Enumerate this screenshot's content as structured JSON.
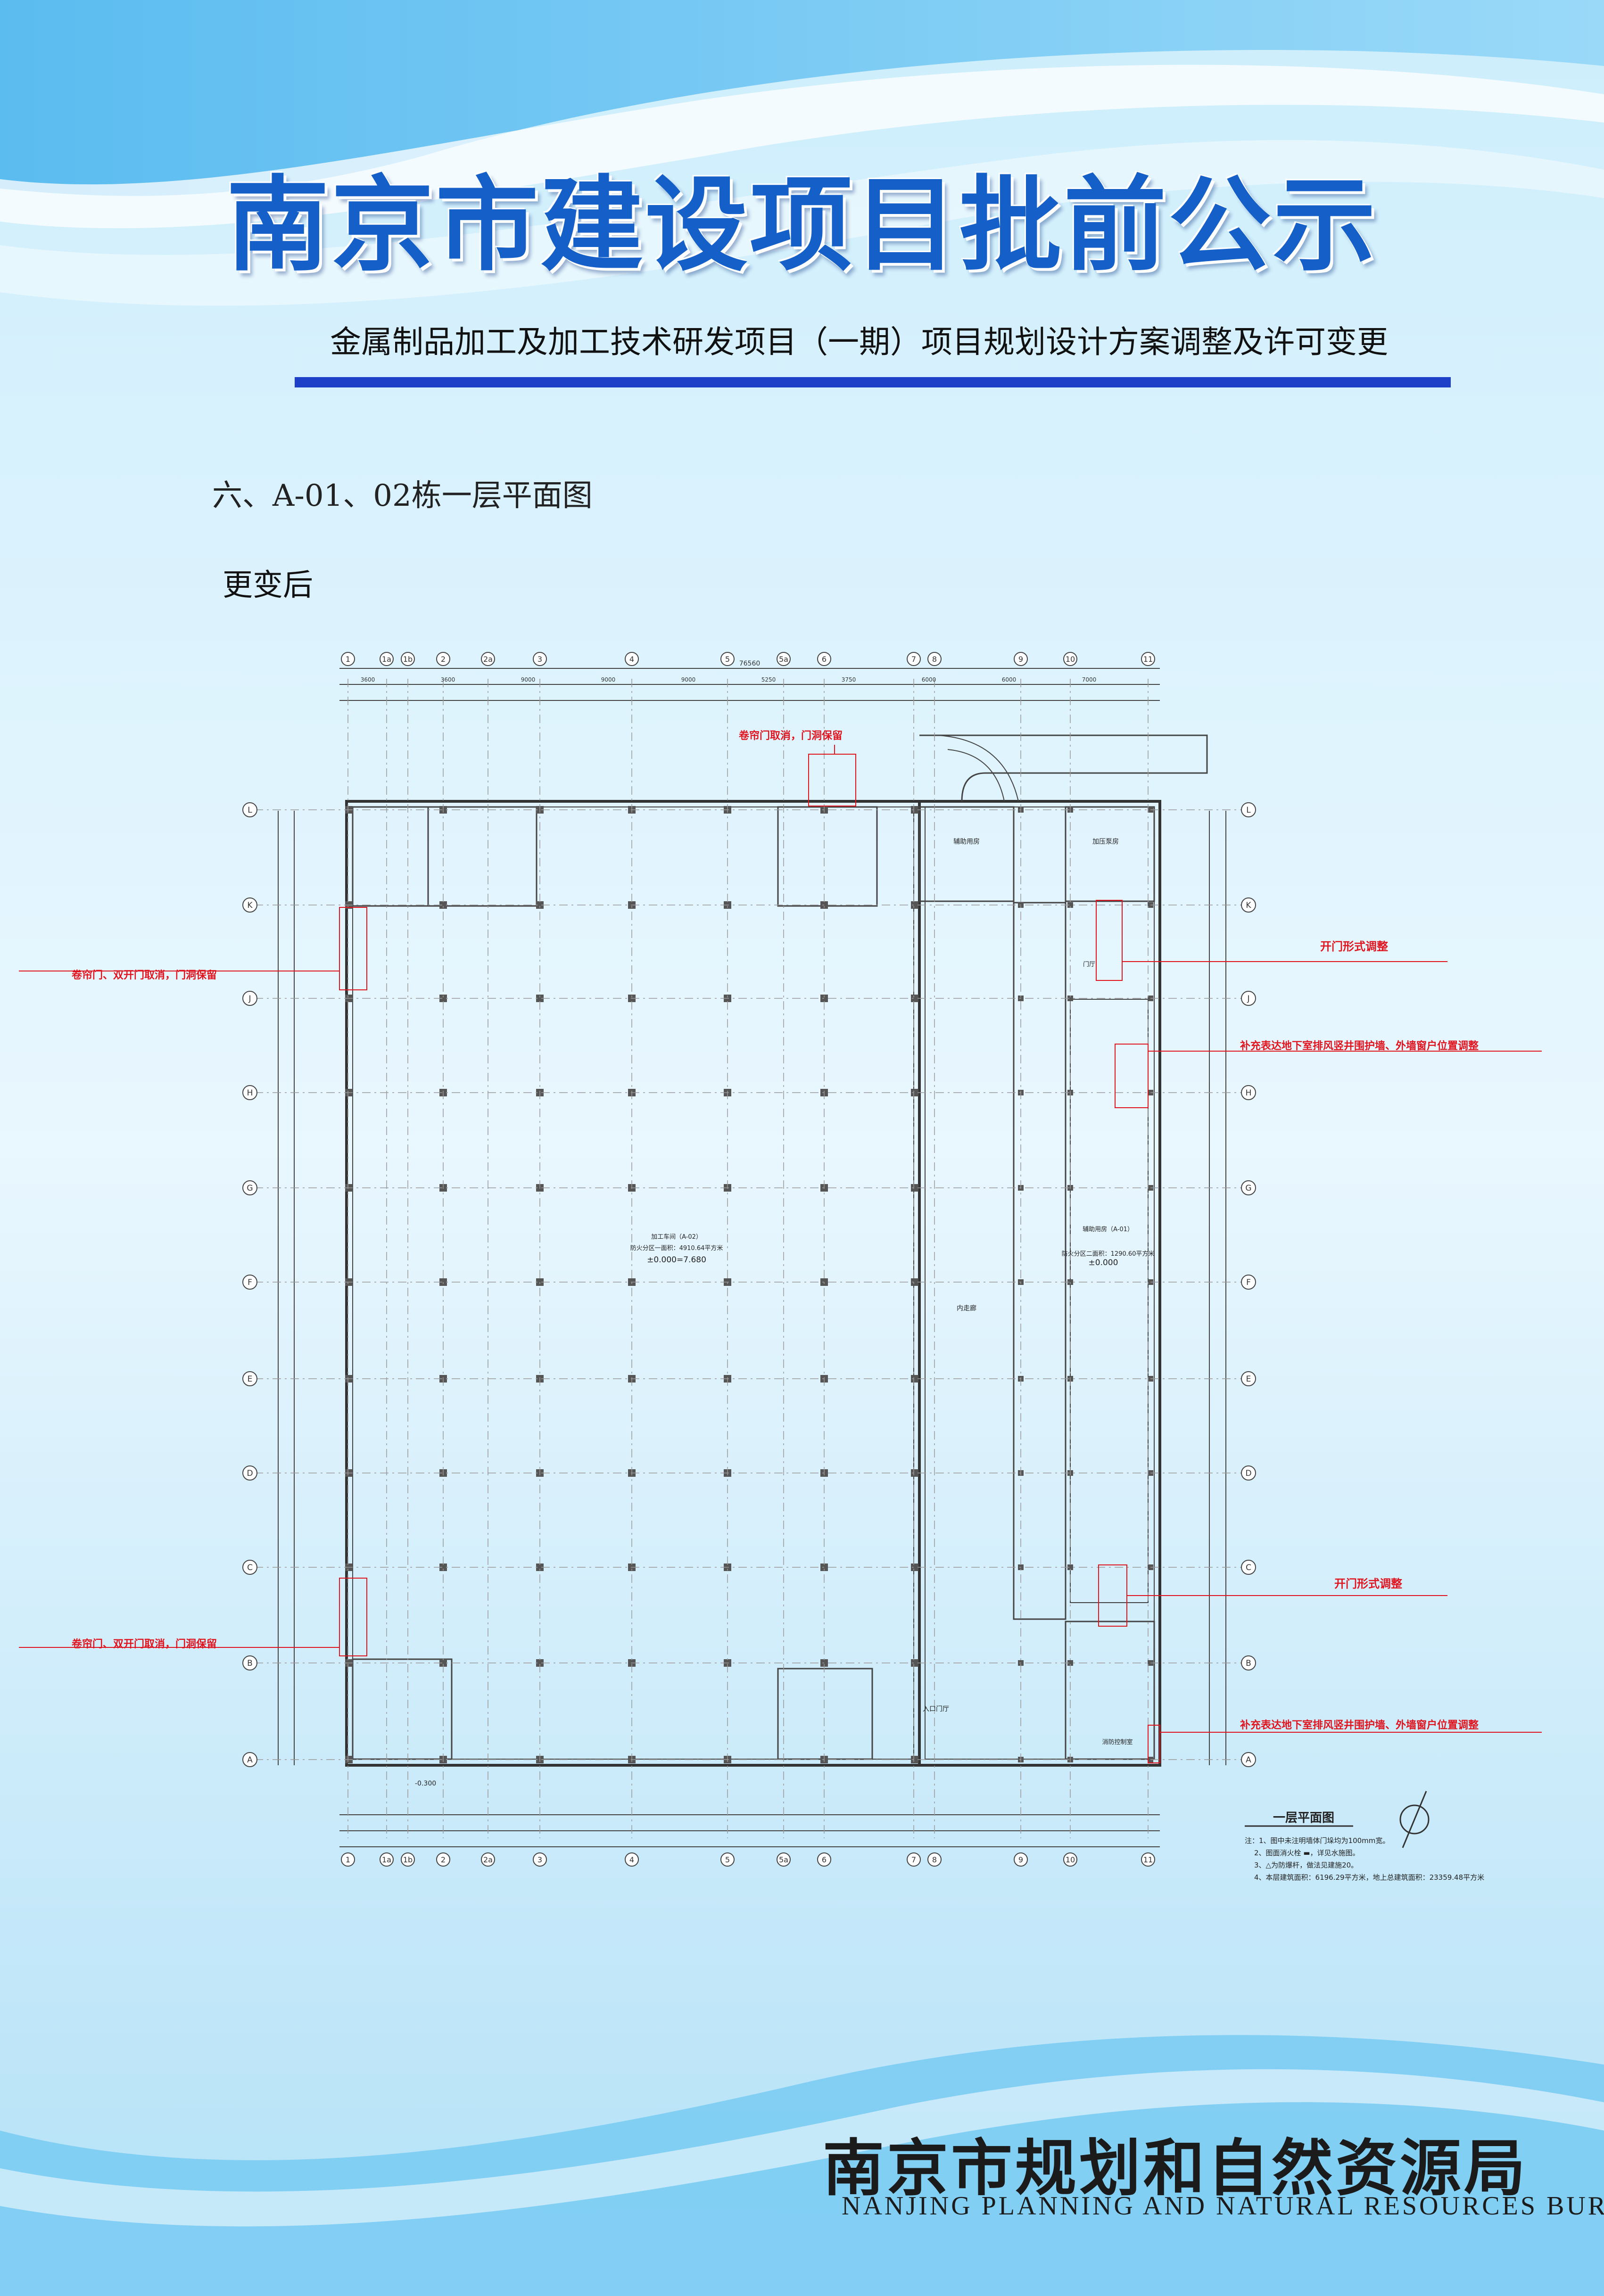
{
  "header": {
    "main_title": "南京市建设项目批前公示",
    "project_name": "金属制品加工及加工技术研发项目（一期）项目规划设计方案调整及许可变更"
  },
  "section": {
    "heading": "六、A-01、02栋一层平面图",
    "status": "更变后"
  },
  "plan": {
    "overall_dim": "76560",
    "top_grid": [
      "1",
      "1a",
      "1b",
      "2",
      "2a",
      "3",
      "4",
      "5",
      "5a",
      "6",
      "7",
      "8",
      "9",
      "10",
      "11"
    ],
    "side_grid": [
      "L",
      "K",
      "J",
      "H",
      "G",
      "F",
      "E",
      "D",
      "C",
      "B",
      "A"
    ],
    "top_dims": [
      "3600",
      "3600",
      "9000",
      "9000",
      "9000",
      "5250",
      "3750",
      "6000",
      "6000",
      "7000"
    ],
    "annotations": {
      "shutter_top": "卷帘门取消，门洞保留",
      "shutter_left_upper": "卷帘门、双开门取消，门洞保留",
      "shutter_left_lower": "卷帘门、双开门取消，门洞保留",
      "door_right_upper": "开门形式调整",
      "door_right_lower": "开门形式调整",
      "shaft_upper": "补充表达地下室排风竖井围护墙、外墙窗户位置调整",
      "shaft_lower": "补充表达地下室排风竖井围护墙、外墙窗户位置调整"
    },
    "rooms": {
      "workshop_main": "加工车间（A-02）",
      "workshop_main_fire": "防火分区一面积：4910.64平方米",
      "workshop_main_level": "±0.000=7.680",
      "workshop_aux": "辅助用房（A-01）",
      "workshop_aux_fire": "防火分区二面积：1290.60平方米",
      "workshop_aux_level": "±0.000",
      "aux_room": "辅助用房",
      "pump_room": "加压泵房",
      "inner_corridor": "内走廊",
      "entrance": "入口门厅",
      "fire_control": "消防控制室",
      "door_hall": "门厅",
      "elevation_low": "-0.300"
    },
    "legend": {
      "title": "一层平面图",
      "notes": [
        "注：1、图中未注明墙体门垛均为100mm宽。",
        "2、图面消火栓 ▬，详见水施图。",
        "3、△为防爆杆，做法见建施20。",
        "4、本层建筑面积：6196.29平方米，地上总建筑面积：23359.48平方米"
      ]
    }
  },
  "footer": {
    "bureau_cn": "南京市规划和自然资源局",
    "bureau_en": "NANJING PLANNING AND NATURAL RESOURCES BUREAU"
  },
  "colors": {
    "title_blue": "#1560c8",
    "rule_blue": "#1e3fc8",
    "annotation_red": "#e0141e",
    "background_blue": "#bfe6fa"
  }
}
